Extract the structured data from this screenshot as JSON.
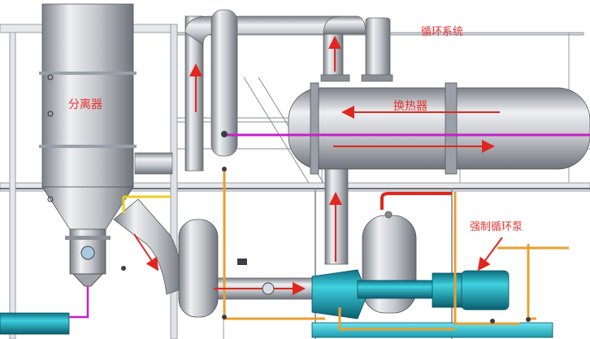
{
  "labels": {
    "separator": "分离器",
    "heat_exchanger": "换热器",
    "circulation_system": "循环系统",
    "forced_circulation_pump": "强制循环泵"
  },
  "colors": {
    "label_red": "#e8312f",
    "flow_arrow_red": "#e0261e",
    "steam_line_magenta": "#c81ec8",
    "utility_pipe_orange": "#e8a030",
    "utility_pipe_yellow": "#e8d020",
    "pump_teal": "#19a8b8",
    "base_cyan": "#22c8d8",
    "vessel_steel": "#c8cbd0"
  }
}
